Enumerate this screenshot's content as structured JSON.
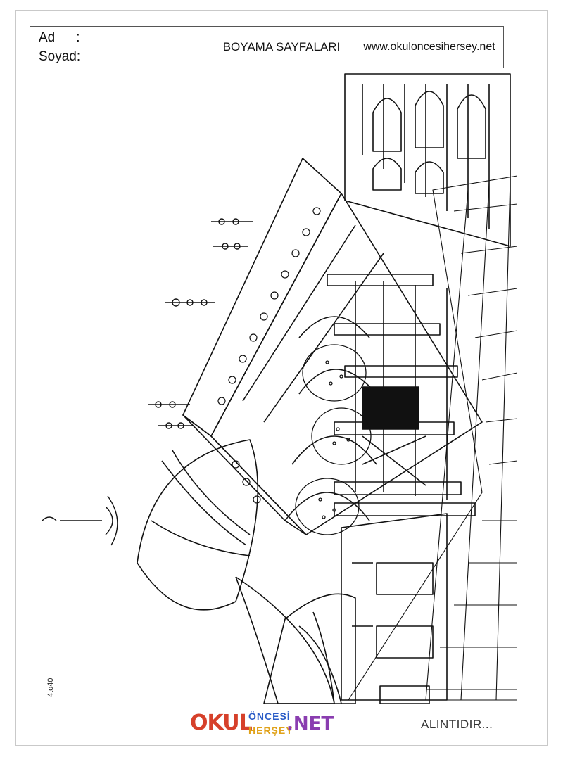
{
  "header": {
    "name_label": "Ad",
    "name_colon": ":",
    "surname_label": "Soyad:",
    "title": "BOYAMA SAYFALARI",
    "website": "www.okuloncesihersey.net"
  },
  "side_code": "4to40",
  "logo": {
    "okul": "OKUL",
    "oncesi": "ÖNCESİ",
    "hersey": "HERŞEY",
    "net": ".NET",
    "colors": [
      "#d6402a",
      "#2d7a2d",
      "#2a5cc7",
      "#e0a21a",
      "#8a3db0"
    ]
  },
  "footer_note": "ALINTIDIR..."
}
